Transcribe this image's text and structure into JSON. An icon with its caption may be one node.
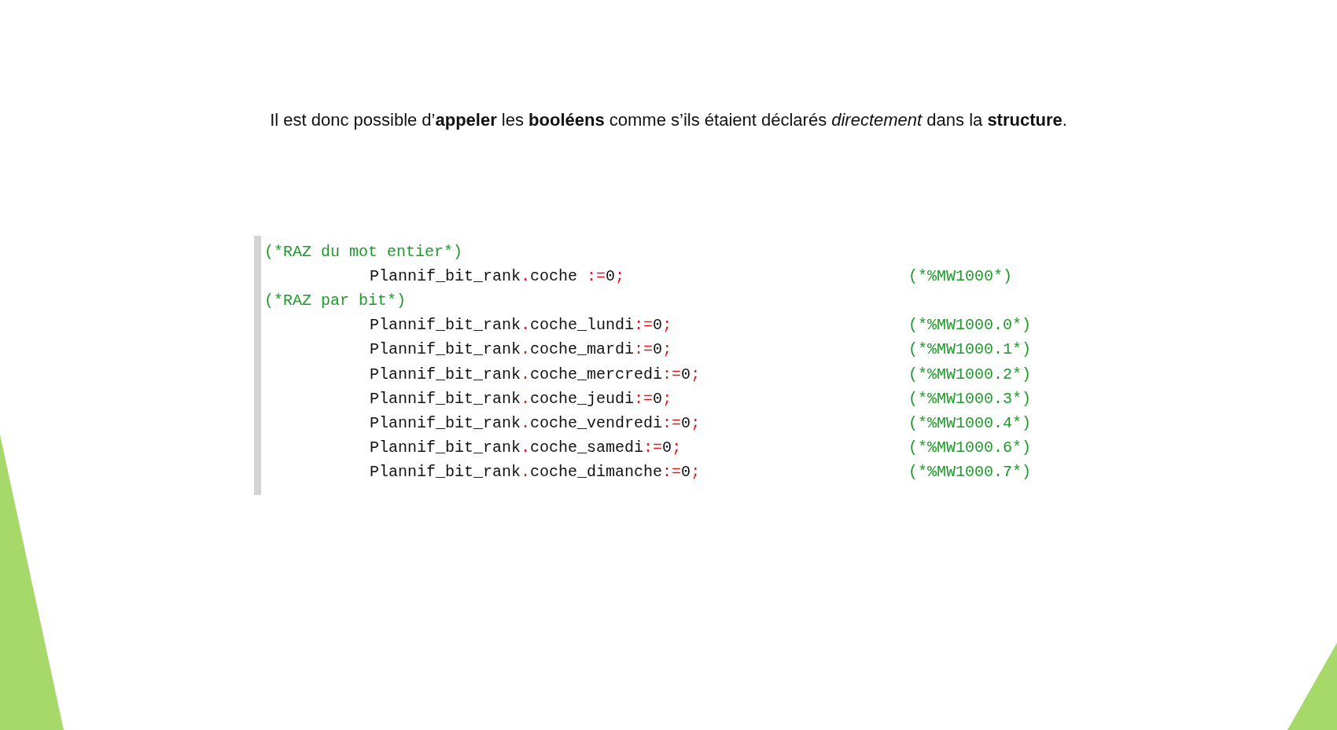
{
  "diagram": {
    "labels": [
      "Il est donc possible d’**appeler** les **booléens** comme s’ils étaient déclarés *directement* dans la **structure**.",
      "(*RAZ du mot entier*)",
      "Plannif_bit_rank.coche :=0;",
      "(*%MW1000*)",
      "(*RAZ par bit*)",
      "Plannif_bit_rank.coche_lundi:=0;",
      "(*%MW1000.0*)",
      "Plannif_bit_rank.coche_mardi:=0;",
      "(*%MW1000.1*)",
      "Plannif_bit_rank.coche_mercredi:=0;",
      "(*%MW1000.2*)",
      "Plannif_bit_rank.coche_jeudi:=0;",
      "(*%MW1000.3*)",
      "Plannif_bit_rank.coche_vendredi:=0;",
      "(*%MW1000.4*)",
      "Plannif_bit_rank.coche_samedi:=0;",
      "(*%MW1000.6*)",
      "Plannif_bit_rank.coche_dimanche:=0;",
      "(*%MW1000.7*)"
    ]
  }
}
